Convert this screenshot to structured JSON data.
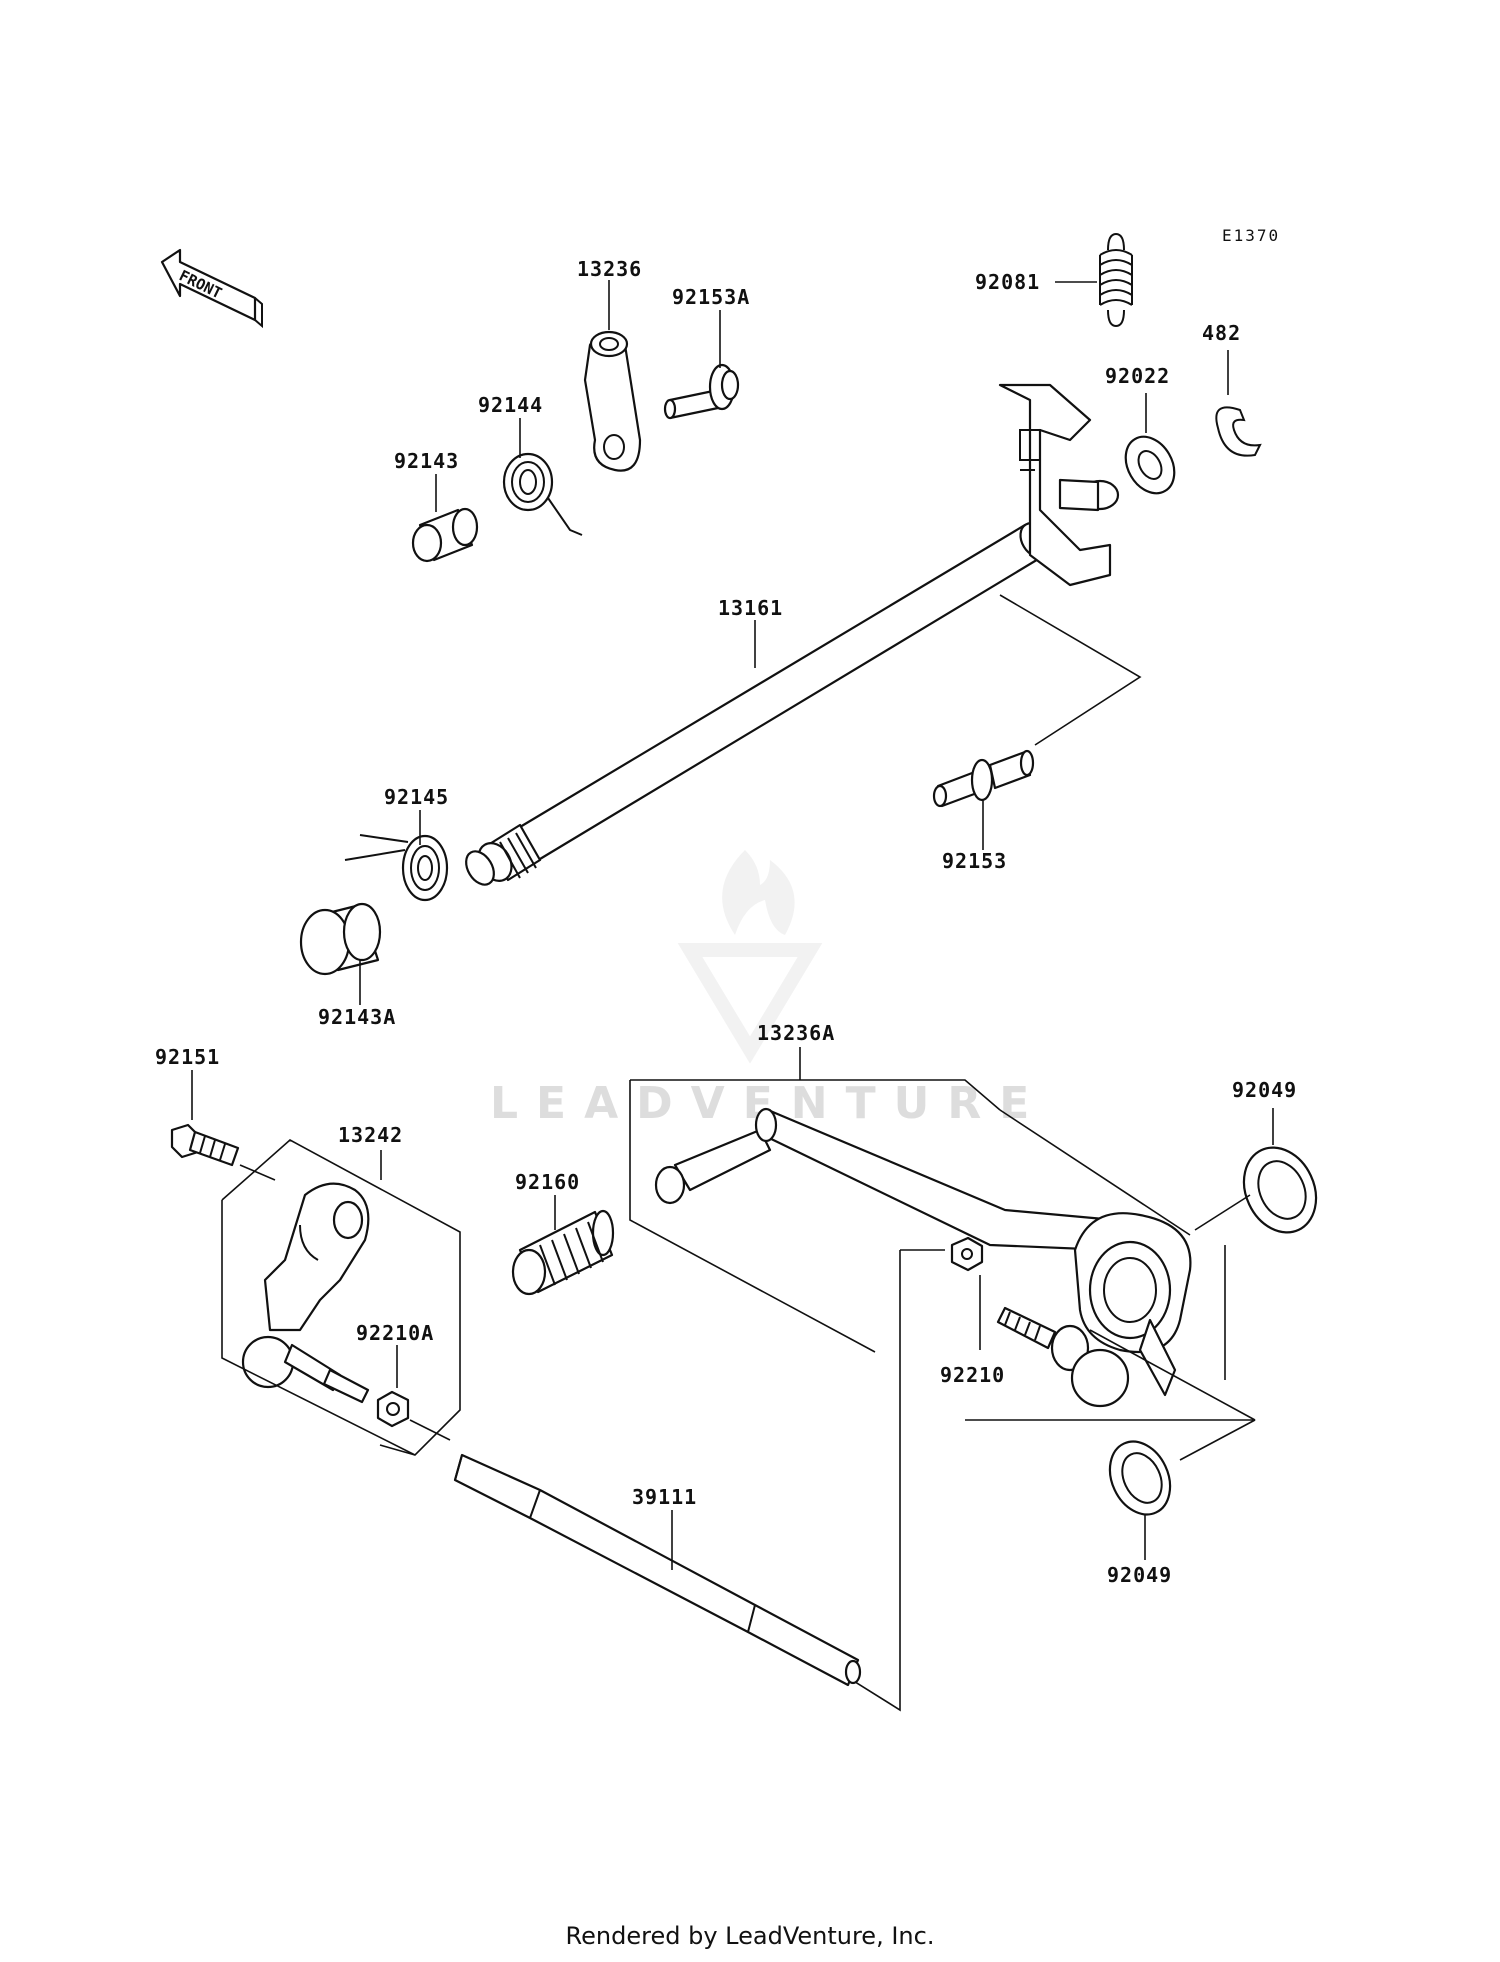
{
  "diagram": {
    "code": "E1370",
    "front_label": "FRONT",
    "watermark": "LEADVENTURE",
    "parts": {
      "p13236": "13236",
      "p92153A": "92153A",
      "p92081": "92081",
      "p482": "482",
      "p92022": "92022",
      "p92144": "92144",
      "p92143": "92143",
      "p13161": "13161",
      "p92145": "92145",
      "p92153": "92153",
      "p92143A": "92143A",
      "p13236A": "13236A",
      "p92151": "92151",
      "p13242": "13242",
      "p92049a": "92049",
      "p92160": "92160",
      "p92210A": "92210A",
      "p92210": "92210",
      "p39111": "39111",
      "p92049b": "92049"
    }
  },
  "footer": "Rendered by LeadVenture, Inc."
}
